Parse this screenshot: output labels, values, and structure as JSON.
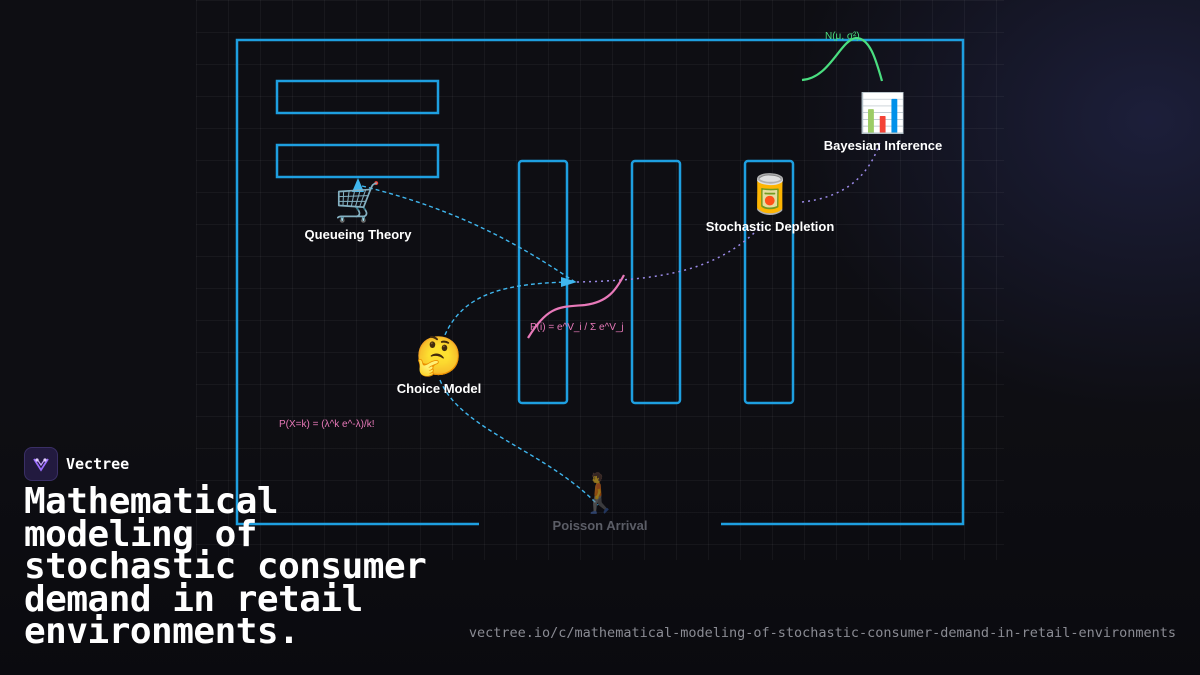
{
  "brand": {
    "name": "Vectree",
    "logo_icon": "vectree-logo-icon",
    "accent": "#9b6dff"
  },
  "headline": "Mathematical modeling of stochastic consumer demand in retail environments.",
  "url": "vectree.io/c/mathematical-modeling-of-stochastic-consumer-demand-in-retail-environments",
  "diagram": {
    "nodes": {
      "queueing": {
        "icon": "shopping-cart-icon",
        "glyph": "🛒",
        "label": "Queueing Theory"
      },
      "choice": {
        "icon": "thinking-face-icon",
        "glyph": "🤔",
        "label": "Choice Model"
      },
      "depletion": {
        "icon": "canned-food-icon",
        "glyph": "🥫",
        "label": "Stochastic Depletion"
      },
      "bayesian": {
        "icon": "bar-chart-icon",
        "glyph": "📊",
        "label": "Bayesian Inference"
      },
      "poisson": {
        "icon": "person-walking-icon",
        "glyph": "🚶",
        "label": "Poisson Arrival"
      }
    },
    "formulas": {
      "normal": "N(μ, σ²)",
      "logit": "P(i) = e^V_i / Σ e^V_j",
      "poisson": "P(X=k) = (λ^k e^-λ)/k!"
    },
    "colors": {
      "store_outline": "#1e9fe0",
      "flow_blue": "#3fb6ee",
      "flow_purple": "#9b8ae8",
      "formula_pink": "#e879b9",
      "formula_green": "#4ade80"
    }
  }
}
